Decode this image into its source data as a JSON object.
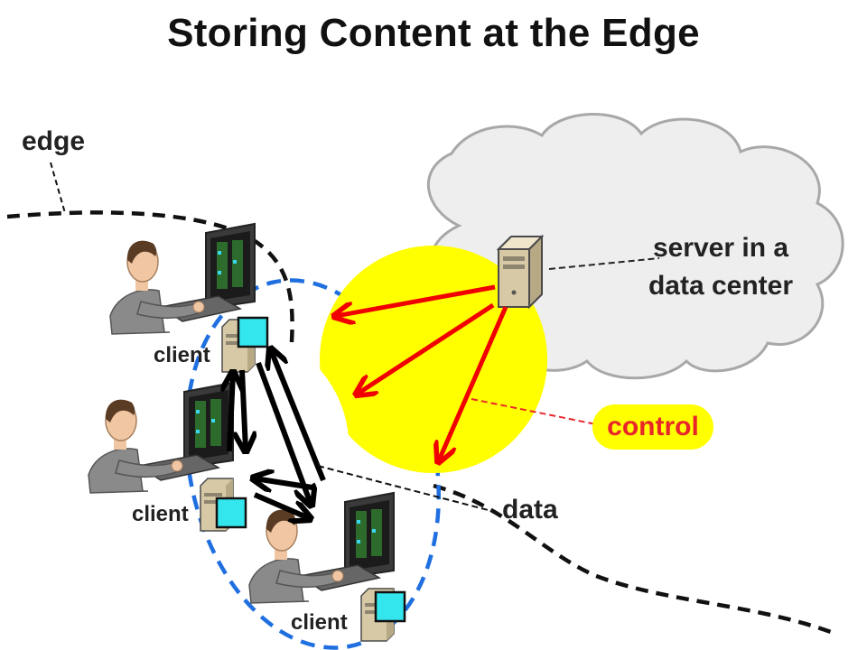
{
  "title": "Storing Content at the Edge",
  "labels": {
    "edge": "edge",
    "server": [
      "server in a",
      "data center"
    ],
    "control": "control",
    "data": "data",
    "client": "client"
  },
  "colors": {
    "edge_boundary": "#111111",
    "client_group_boundary": "#1f6fe0",
    "server_arrows": "#f00000",
    "control_highlight": "#ffff00",
    "control_text": "#e8262a",
    "cloud_fill": "#eeeeee",
    "cloud_stroke": "#a8a8a8",
    "storage_box": "#33e6ee",
    "peer_arrows": "#000000"
  },
  "icons": [
    "cloud-icon",
    "server-icon",
    "person-at-computer-icon",
    "tower-computer-icon",
    "storage-box-icon"
  ]
}
